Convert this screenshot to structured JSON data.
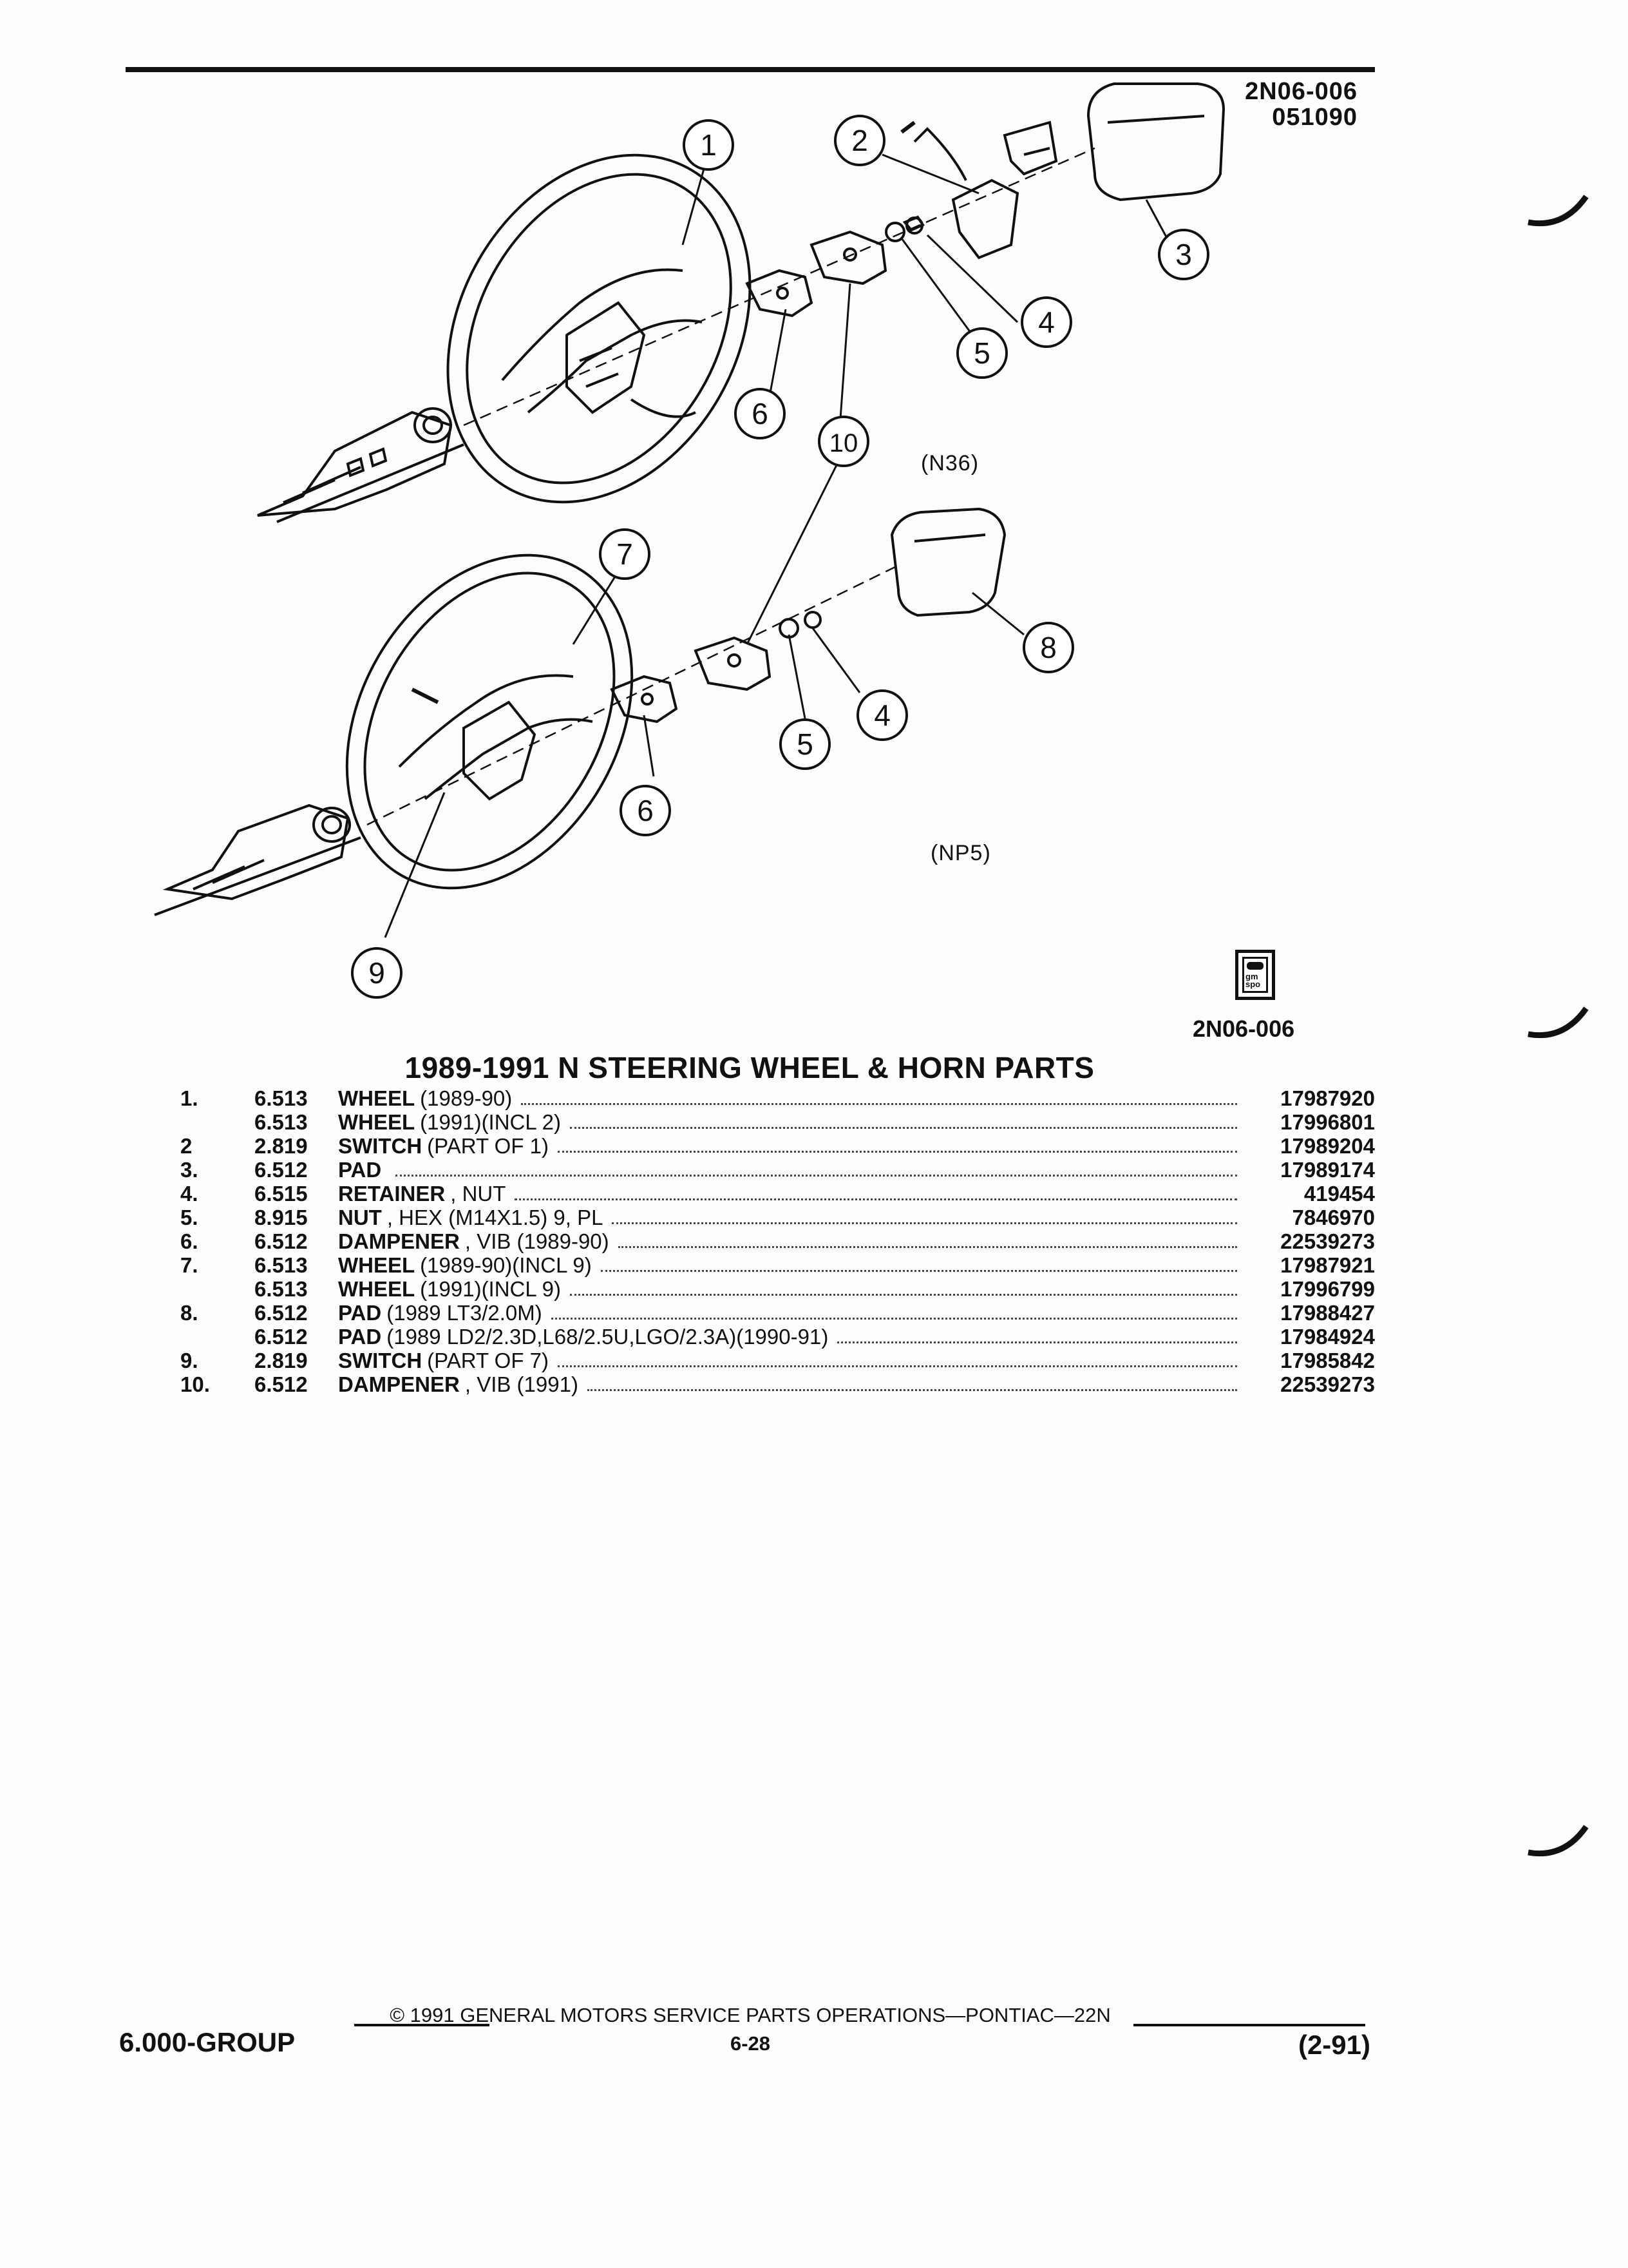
{
  "header": {
    "ref_line1": "2N06-006",
    "ref_line2": "051090"
  },
  "diagram": {
    "callouts": [
      "1",
      "2",
      "3",
      "4",
      "5",
      "6",
      "10",
      "7",
      "8",
      "4",
      "5",
      "6",
      "9"
    ],
    "view_labels": [
      "(N36)",
      "(NP5)"
    ]
  },
  "logo": {
    "text": "gm spo"
  },
  "figure_code": "2N06-006",
  "title": "1989-1991 N STEERING WHEEL & HORN PARTS",
  "parts": [
    {
      "num": "1.",
      "group": "6.513",
      "name": "WHEEL",
      "spec": "(1989-90)",
      "part_no": "17987920"
    },
    {
      "num": "",
      "group": "6.513",
      "name": "WHEEL",
      "spec": "(1991)(INCL 2)",
      "part_no": "17996801"
    },
    {
      "num": "2",
      "group": "2.819",
      "name": "SWITCH",
      "spec": "(PART OF 1)",
      "part_no": "17989204"
    },
    {
      "num": "3.",
      "group": "6.512",
      "name": "PAD",
      "spec": "",
      "part_no": "17989174"
    },
    {
      "num": "4.",
      "group": "6.515",
      "name": "RETAINER",
      "spec": ", NUT",
      "part_no": "419454"
    },
    {
      "num": "5.",
      "group": "8.915",
      "name": "NUT",
      "spec": ", HEX (M14X1.5) 9, PL",
      "part_no": "7846970"
    },
    {
      "num": "6.",
      "group": "6.512",
      "name": "DAMPENER",
      "spec": ", VIB (1989-90)",
      "part_no": "22539273"
    },
    {
      "num": "7.",
      "group": "6.513",
      "name": "WHEEL",
      "spec": "(1989-90)(INCL 9)",
      "part_no": "17987921"
    },
    {
      "num": "",
      "group": "6.513",
      "name": "WHEEL",
      "spec": "(1991)(INCL 9)",
      "part_no": "17996799"
    },
    {
      "num": "8.",
      "group": "6.512",
      "name": "PAD",
      "spec": "(1989 LT3/2.0M)",
      "part_no": "17988427"
    },
    {
      "num": "",
      "group": "6.512",
      "name": "PAD",
      "spec": "(1989 LD2/2.3D,L68/2.5U,LGO/2.3A)(1990-91)",
      "part_no": "17984924"
    },
    {
      "num": "9.",
      "group": "2.819",
      "name": "SWITCH",
      "spec": "(PART OF 7)",
      "part_no": "17985842"
    },
    {
      "num": "10.",
      "group": "6.512",
      "name": "DAMPENER",
      "spec": ", VIB (1991)",
      "part_no": "22539273"
    }
  ],
  "footer": {
    "left": "6.000-GROUP",
    "center": "© 1991 GENERAL MOTORS SERVICE PARTS OPERATIONS—PONTIAC—22N",
    "page": "6-28",
    "right": "(2-91)"
  }
}
